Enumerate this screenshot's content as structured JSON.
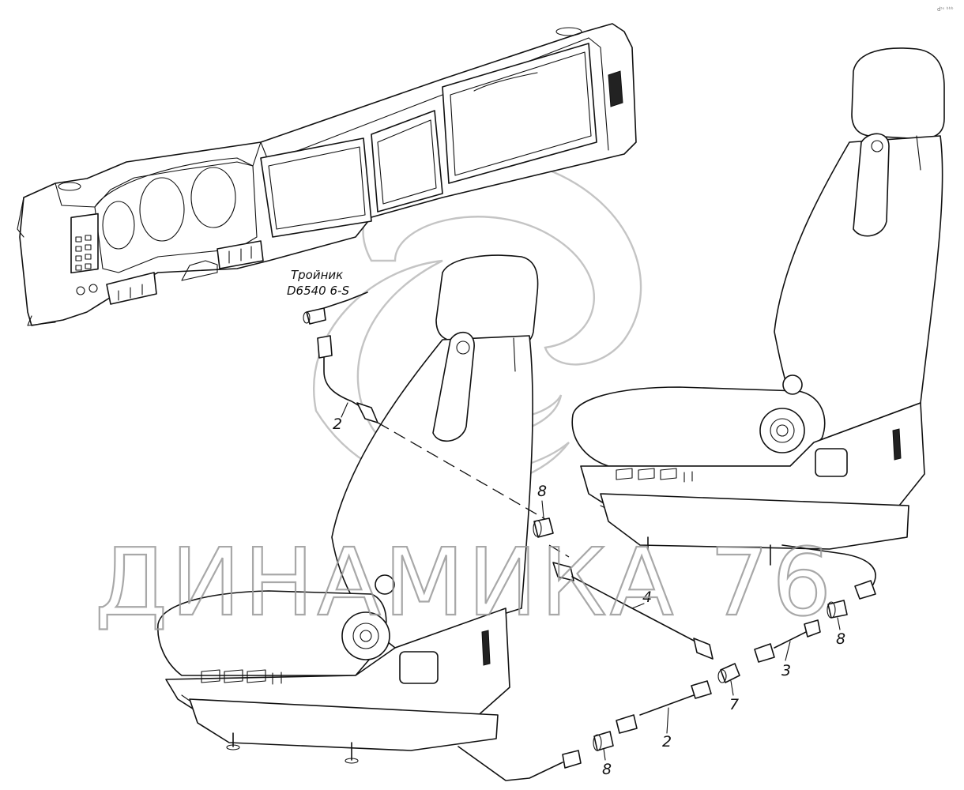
{
  "tee_label": {
    "line1": "Тройник",
    "line2": "D6540 6-S"
  },
  "callouts": [
    {
      "id": "tube-left",
      "text": "2"
    },
    {
      "id": "fitting-center",
      "text": "8"
    },
    {
      "id": "tube-long",
      "text": "4"
    },
    {
      "id": "fitting-right",
      "text": "8"
    },
    {
      "id": "tube-right",
      "text": "3"
    },
    {
      "id": "union",
      "text": "7"
    },
    {
      "id": "tube-bottom",
      "text": "2"
    },
    {
      "id": "fitting-bottom",
      "text": "8"
    }
  ],
  "watermark": {
    "text": "ДИНАМИКА 76"
  }
}
